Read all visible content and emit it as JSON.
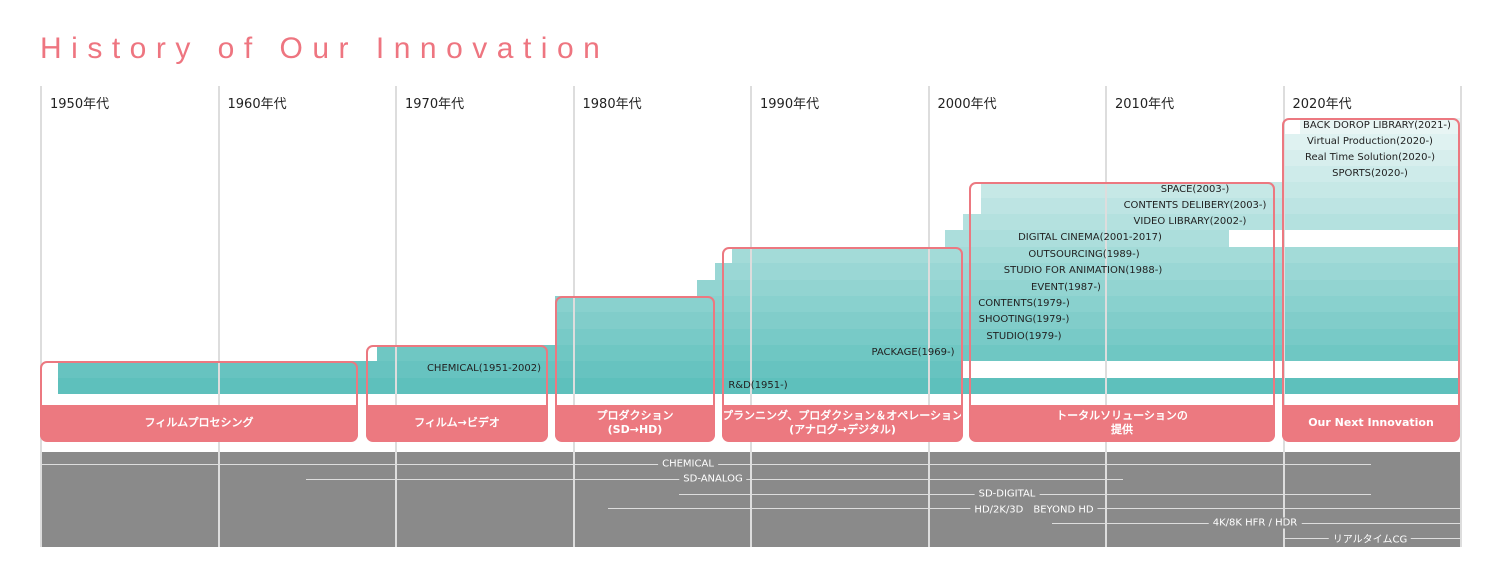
{
  "title": "History of Our Innovation",
  "decades": [
    "1950年代",
    "1960年代",
    "1970年代",
    "1980年代",
    "1990年代",
    "2000年代",
    "2010年代",
    "2020年代"
  ],
  "rows": [
    {
      "label": "BACK DOROP LIBRARY(2021-)",
      "start": 2021,
      "end": null
    },
    {
      "label": "Virtual Production(2020-)",
      "start": 2020,
      "end": null
    },
    {
      "label": "Real Time Solution(2020-)",
      "start": 2020,
      "end": null
    },
    {
      "label": "SPORTS(2020-)",
      "start": 2020,
      "end": null
    },
    {
      "label": "SPACE(2003-)",
      "start": 2003,
      "end": null
    },
    {
      "label": "CONTENTS DELIBERY(2003-)",
      "start": 2003,
      "end": null
    },
    {
      "label": "VIDEO LIBRARY(2002-)",
      "start": 2002,
      "end": null
    },
    {
      "label": "DIGITAL CINEMA(2001-2017)",
      "start": 2001,
      "end": 2017
    },
    {
      "label": "OUTSOURCING(1989-)",
      "start": 1989,
      "end": null
    },
    {
      "label": "STUDIO FOR ANIMATION(1988-)",
      "start": 1988,
      "end": null
    },
    {
      "label": "EVENT(1987-)",
      "start": 1987,
      "end": null
    },
    {
      "label": "CONTENTS(1979-)",
      "start": 1979,
      "end": null
    },
    {
      "label": "SHOOTING(1979-)",
      "start": 1979,
      "end": null
    },
    {
      "label": "STUDIO(1979-)",
      "start": 1979,
      "end": null
    },
    {
      "label": "PACKAGE(1969-)",
      "start": 1969,
      "end": null
    },
    {
      "label": "CHEMICAL(1951-2002)",
      "start": 1951,
      "end": 2002
    },
    {
      "label": "R&D(1951-)",
      "start": 1951,
      "end": null
    }
  ],
  "categories": [
    {
      "label": "フィルムプロセシング"
    },
    {
      "label": "フィルム→ビデオ"
    },
    {
      "label": "プロダクション\n(SD→HD)"
    },
    {
      "label": "プランニング、プロダクション＆オペレーション\n(アナログ→デジタル)"
    },
    {
      "label": "トータルソリューションの\n提供"
    },
    {
      "label": "Our Next Innovation"
    }
  ],
  "technologies": [
    {
      "label": "CHEMICAL",
      "start": 1950,
      "end": 2025
    },
    {
      "label": "SD-ANALOG",
      "start": 1965,
      "end": 2011
    },
    {
      "label": "SD-DIGITAL",
      "start": 1986,
      "end": 2025
    },
    {
      "label": "HD/2K/3D　BEYOND HD",
      "start": 1982,
      "end": 2030
    },
    {
      "label": "4K/8K HFR / HDR",
      "start": 2007,
      "end": 2030
    },
    {
      "label": "リアルタイムCG",
      "start": 2020,
      "end": 2030
    }
  ],
  "colors": {
    "accent": "#ec7980",
    "teal_dark": "#5ec0bc",
    "teal_light": "#e8f5f4",
    "band": "#8a8a8a"
  }
}
